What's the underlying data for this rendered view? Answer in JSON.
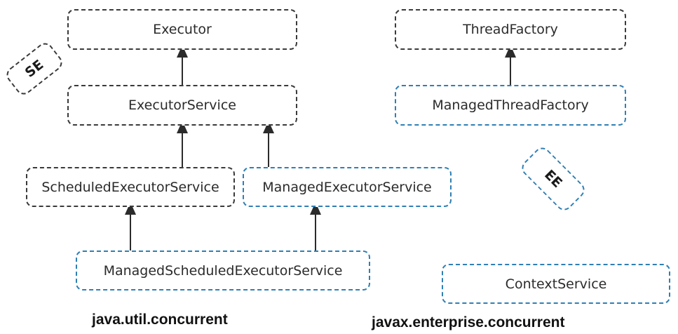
{
  "nodes": {
    "executor": "Executor",
    "executor_service": "ExecutorService",
    "scheduled_executor_service": "ScheduledExecutorService",
    "managed_executor_service": "ManagedExecutorService",
    "managed_scheduled_executor_service": "ManagedScheduledExecutorService",
    "thread_factory": "ThreadFactory",
    "managed_thread_factory": "ManagedThreadFactory",
    "context_service": "ContextService"
  },
  "tags": {
    "se": "SE",
    "ee": "EE"
  },
  "packages": {
    "java_util": "java.util.concurrent",
    "javax_enterprise": "javax.enterprise.concurrent"
  },
  "colors": {
    "se_border": "#3a3a3a",
    "ee_border": "#2f7fb4",
    "arrow": "#2b2b2b"
  }
}
